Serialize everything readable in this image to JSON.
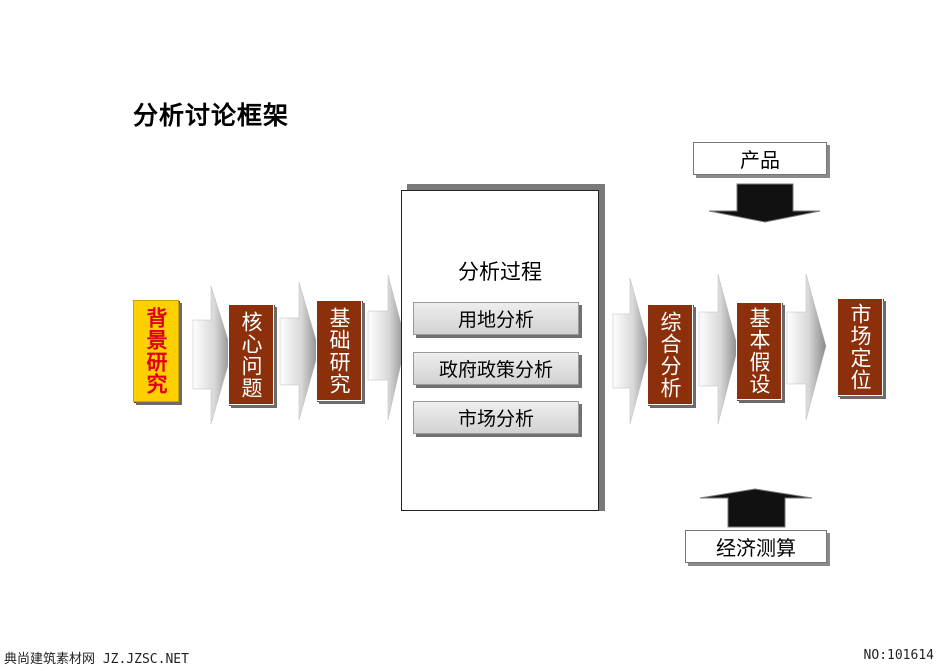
{
  "title": "分析讨论框架",
  "stages_left": [
    "背景研究",
    "核心问题",
    "基础研究"
  ],
  "process": {
    "title": "分析过程",
    "items": [
      "用地分析",
      "政府政策分析",
      "市场分析"
    ]
  },
  "stages_right": [
    "综合分析",
    "基本假设",
    "市场定位"
  ],
  "inputs": {
    "top": "产品",
    "bottom": "经济测算"
  },
  "footer": {
    "left": "典尚建筑素材网 JZ.JZSC.NET",
    "right": "NO:101614"
  },
  "colors": {
    "stage_brown": "#8c2f0b",
    "stage_highlight": "#ffd000",
    "highlight_text": "#e0001a"
  }
}
